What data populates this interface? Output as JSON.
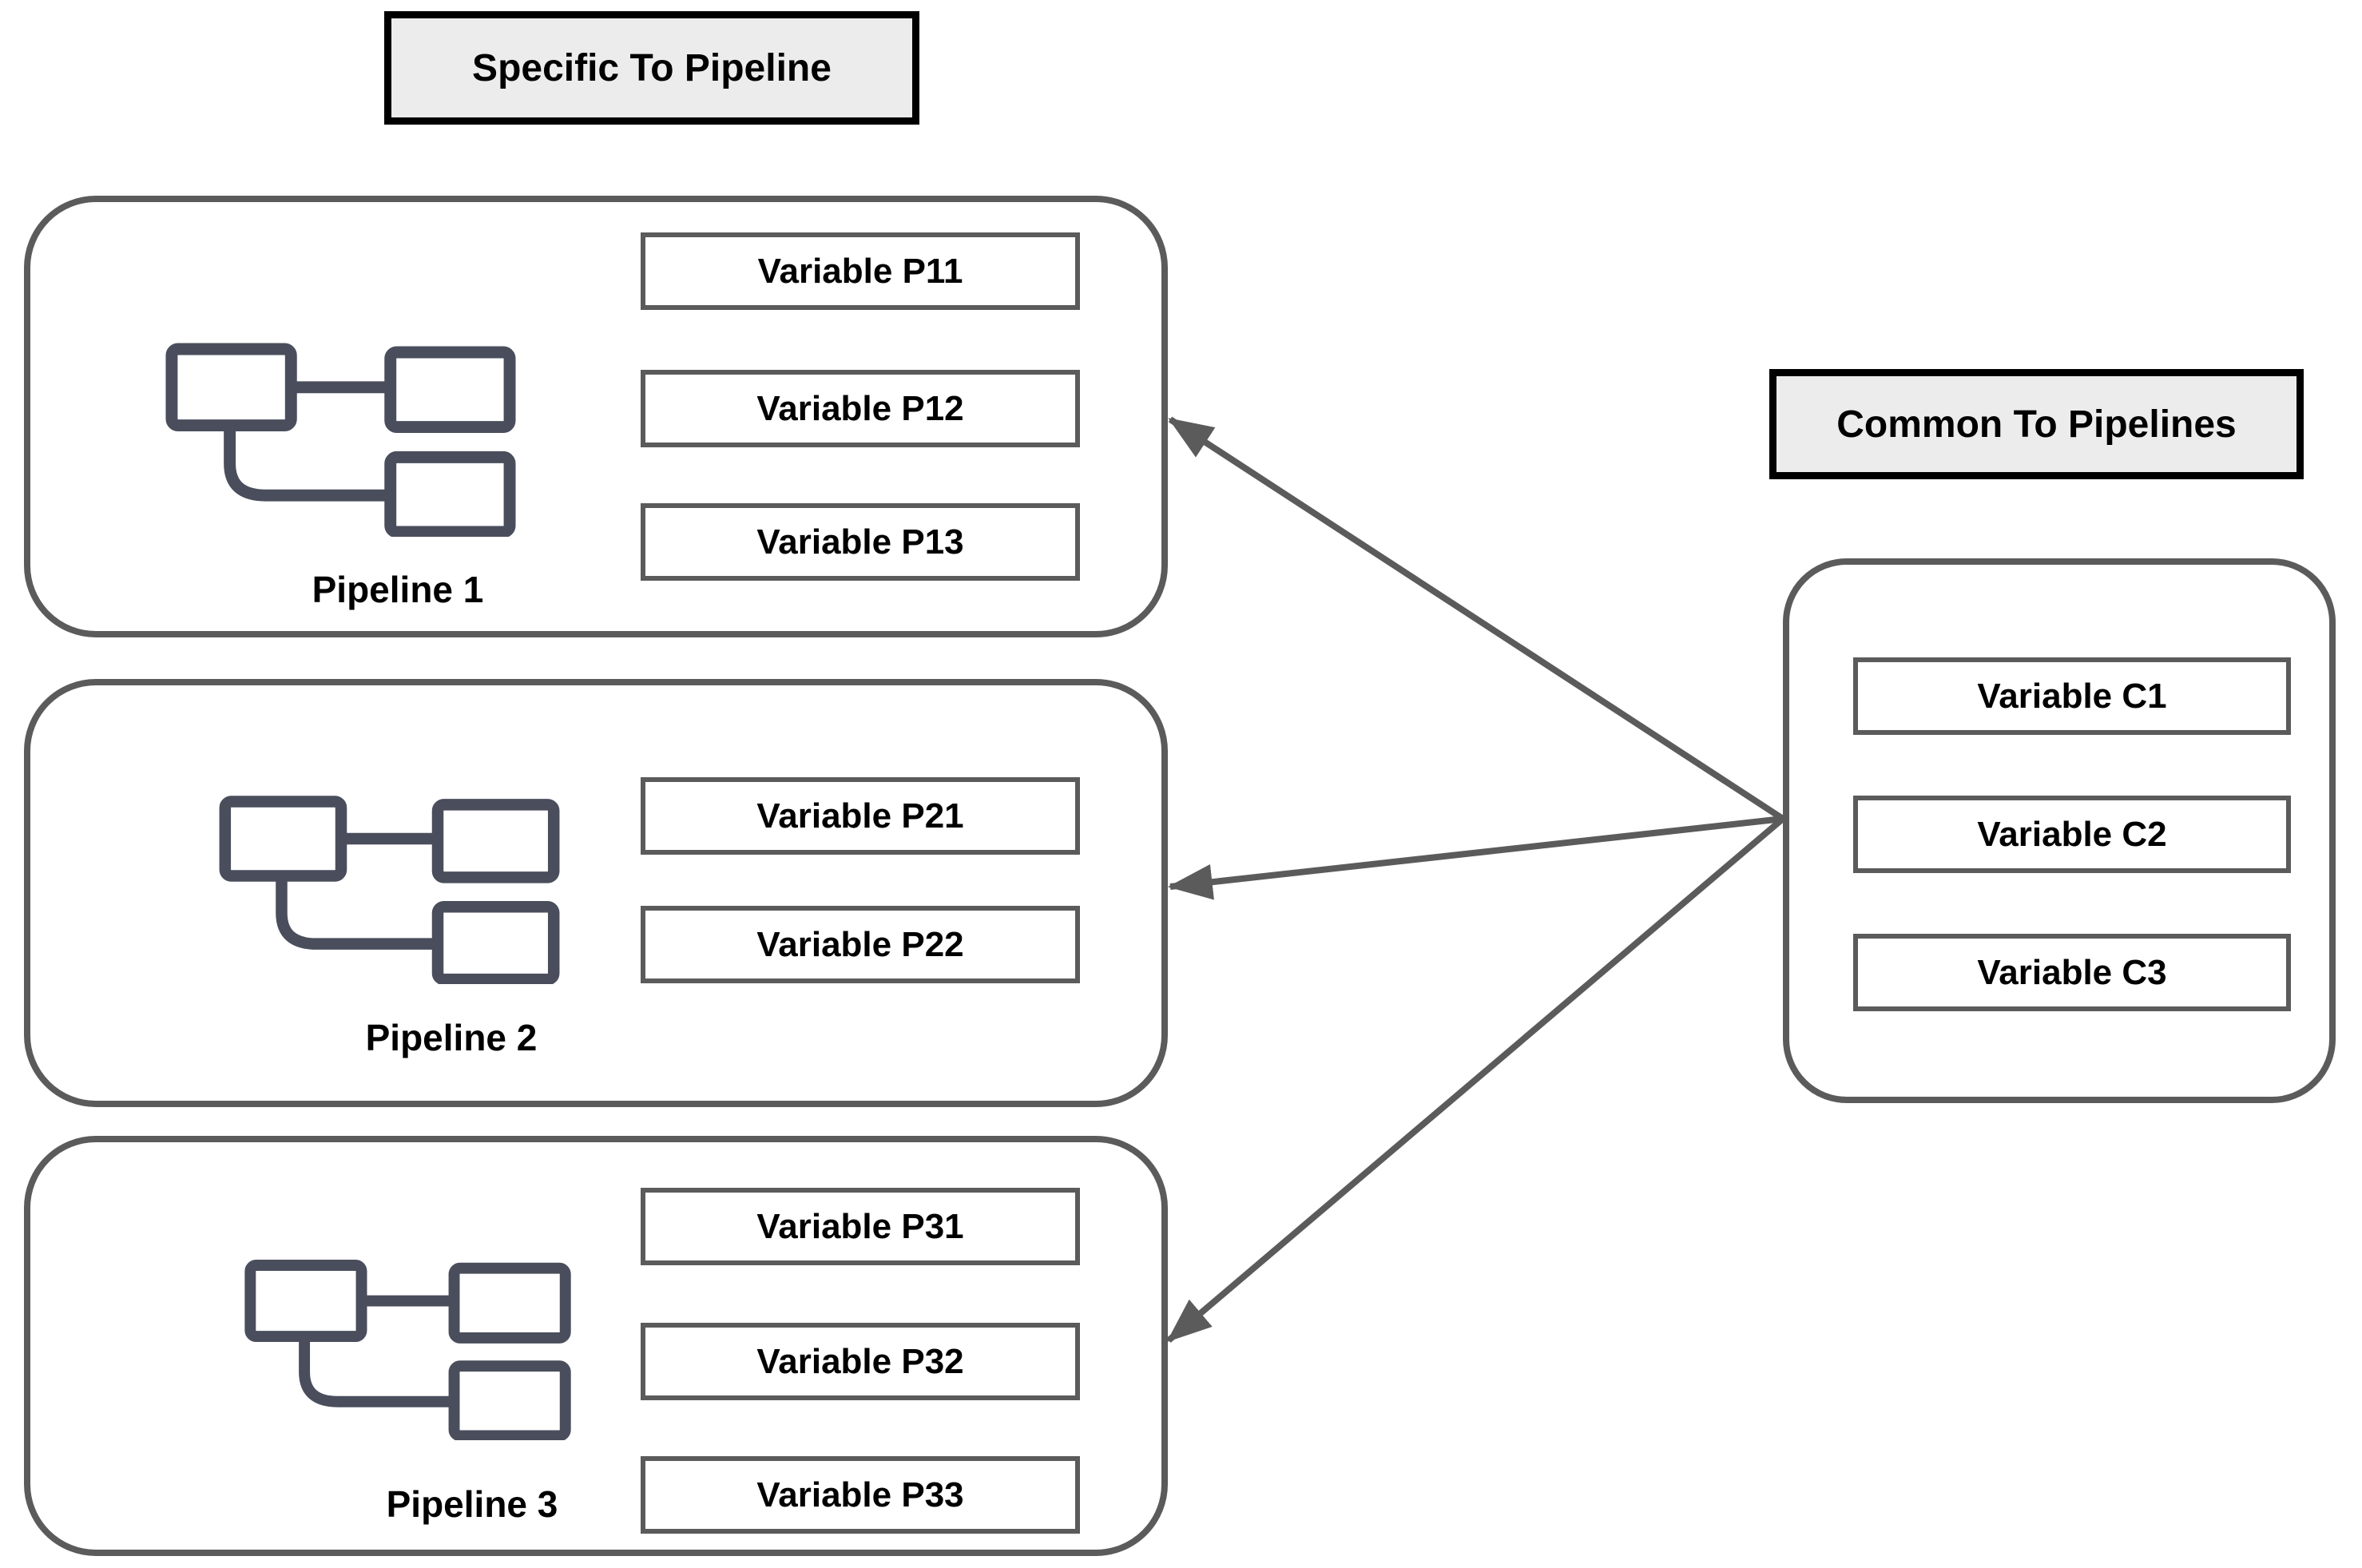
{
  "headers": {
    "specific": "Specific To Pipeline",
    "common": "Common To Pipelines"
  },
  "pipelines": [
    {
      "label": "Pipeline 1",
      "icon": "pipeline-flow-icon",
      "variables": [
        "Variable P11",
        "Variable P12",
        "Variable P13"
      ]
    },
    {
      "label": "Pipeline 2",
      "icon": "pipeline-flow-icon",
      "variables": [
        "Variable P21",
        "Variable P22"
      ]
    },
    {
      "label": "Pipeline 3",
      "icon": "pipeline-flow-icon",
      "variables": [
        "Variable P31",
        "Variable P32",
        "Variable P33"
      ]
    }
  ],
  "common_group": {
    "variables": [
      "Variable C1",
      "Variable C2",
      "Variable C3"
    ]
  },
  "arrows": [
    {
      "from": "common-group",
      "to": "pipeline-1"
    },
    {
      "from": "common-group",
      "to": "pipeline-2"
    },
    {
      "from": "common-group",
      "to": "pipeline-3"
    }
  ],
  "colors": {
    "background": "#ffffff",
    "group_border": "#5b5b5b",
    "variable_border": "#5b5b5b",
    "header_fill": "#ececec",
    "header_border": "#000000",
    "arrow": "#5b5b5b",
    "icon": "#4a4e5c",
    "text": "#000000"
  }
}
